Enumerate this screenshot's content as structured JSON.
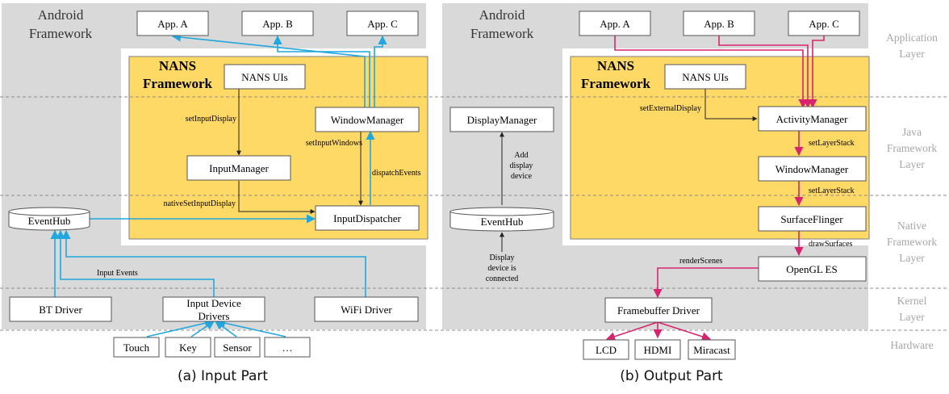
{
  "left": {
    "framework_title": [
      "Android",
      "Framework"
    ],
    "nans_title": [
      "NANS",
      "Framework"
    ],
    "caption": "(a) Input Part",
    "boxes": {
      "app_a": "App. A",
      "app_b": "App. B",
      "app_c": "App. C",
      "nans_uis": "NANS UIs",
      "window_manager": "WindowManager",
      "input_manager": "InputManager",
      "input_dispatcher": "InputDispatcher",
      "event_hub": "EventHub",
      "bt_driver": "BT Driver",
      "input_device_drivers": [
        "Input Device",
        "Drivers"
      ],
      "wifi_driver": "WiFi Driver",
      "touch": "Touch",
      "key": "Key",
      "sensor": "Sensor",
      "more": "…"
    },
    "edges": {
      "set_input_display": "setInputDisplay",
      "set_input_windows": "setInputWindows",
      "dispatch_events": "dispatchEvents",
      "native_set_input_display": "nativeSetInputDisplay",
      "input_events": "Input Events"
    }
  },
  "right": {
    "framework_title": [
      "Android",
      "Framework"
    ],
    "nans_title": [
      "NANS",
      "Framework"
    ],
    "caption": "(b) Output Part",
    "boxes": {
      "app_a": "App. A",
      "app_b": "App. B",
      "app_c": "App. C",
      "nans_uis": "NANS UIs",
      "display_manager": "DisplayManager",
      "activity_manager": "ActivityManager",
      "window_manager": "WindowManager",
      "surface_flinger": "SurfaceFlinger",
      "event_hub": "EventHub",
      "opengl_es": "OpenGL ES",
      "framebuffer_driver": "Framebuffer Driver",
      "lcd": "LCD",
      "hdmi": "HDMI",
      "miracast": "Miracast"
    },
    "edges": {
      "add_display_device": [
        "Add",
        "display",
        "device"
      ],
      "display_connected": [
        "Display",
        "device is",
        "connected"
      ],
      "set_external_display": "setExternalDisplay",
      "set_layer_stack_1": "setLayerStack",
      "set_layer_stack_2": "setLayerStack",
      "draw_surfaces": "drawSurfaces",
      "render_scenes": "renderScenes"
    }
  },
  "layers": {
    "application": [
      "Application",
      "Layer"
    ],
    "java": [
      "Java",
      "Framework",
      "Layer"
    ],
    "native": [
      "Native",
      "Framework",
      "Layer"
    ],
    "kernel": [
      "Kernel",
      "Layer"
    ],
    "hardware": "Hardware"
  },
  "colors": {
    "panel_gray": "#d9d9d9",
    "nans_yellow": "#ffd966",
    "input_arrow": "#21a7de",
    "output_arrow": "#d8246e",
    "layer_label": "#a6a6a6"
  }
}
